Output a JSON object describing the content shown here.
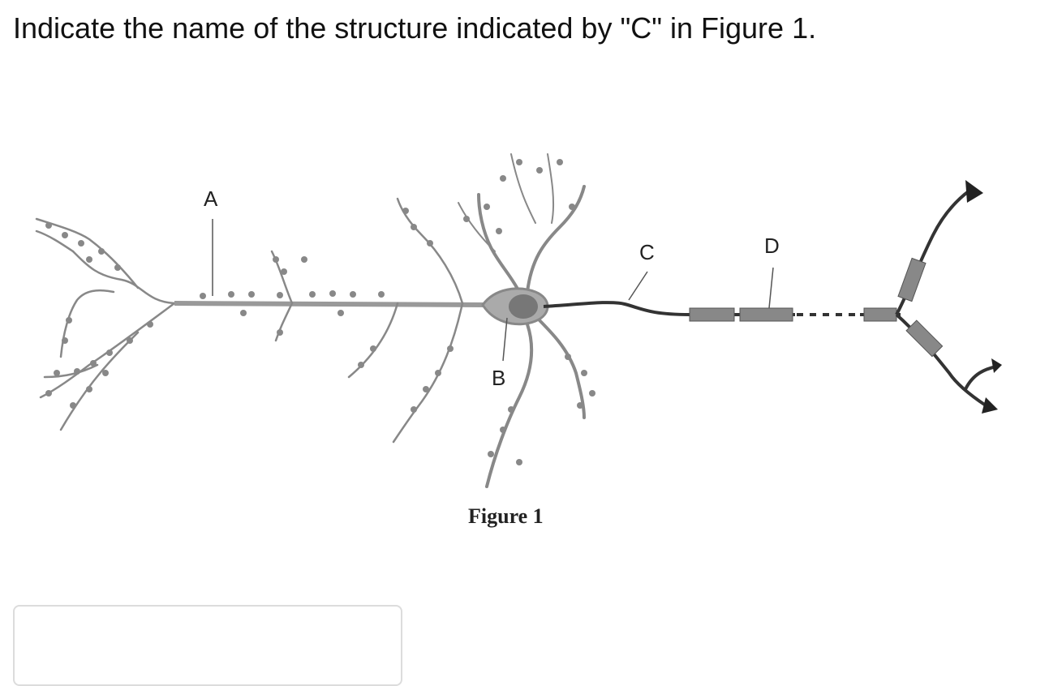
{
  "question": {
    "text": "Indicate the name of the structure indicated by \"C\" in Figure 1."
  },
  "figure": {
    "caption": "Figure 1",
    "labels": {
      "a": "A",
      "b": "B",
      "c": "C",
      "d": "D"
    }
  },
  "answer": {
    "value": "",
    "placeholder": ""
  },
  "colors": {
    "neuron_stroke": "#777777",
    "axon": "#333333",
    "myelin": "#888888",
    "text": "#111111"
  },
  "icons": {
    "neuron": "neuron-diagram",
    "terminal": "axon-terminal"
  }
}
